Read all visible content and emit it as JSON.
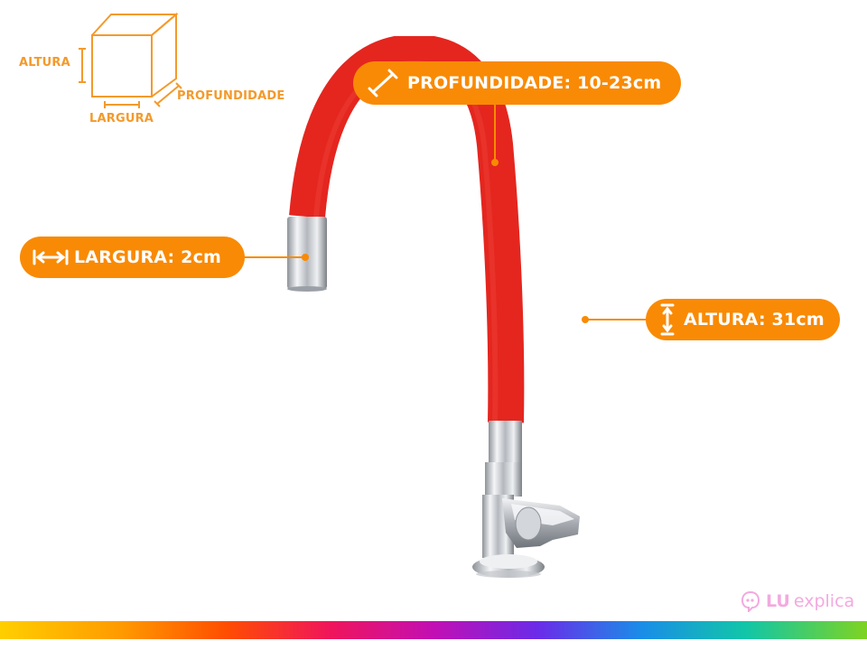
{
  "colors": {
    "accent_orange": "#f98a05",
    "hose_red": "#ee2a24",
    "chrome": "#c9ccd1",
    "legend_orange": "#f39a2b",
    "brand_pink": "#f3a9df"
  },
  "dimension_legend": {
    "height_label": "ALTURA",
    "width_label": "LARGURA",
    "depth_label": "PROFUNDIDADE",
    "icon": "box-dimensions-icon"
  },
  "callouts": {
    "depth": {
      "text": "PROFUNDIDADE: 10-23cm",
      "icon": "diagonal-arrow-icon"
    },
    "width": {
      "text": "LARGURA: 2cm",
      "icon": "horizontal-arrow-icon"
    },
    "height": {
      "text": "ALTURA: 31cm",
      "icon": "vertical-arrow-icon"
    }
  },
  "product": {
    "icon": "faucet-image"
  },
  "brand": {
    "name_bold": "LU",
    "name_light": "explica",
    "icon": "chat-bubble-icon"
  }
}
